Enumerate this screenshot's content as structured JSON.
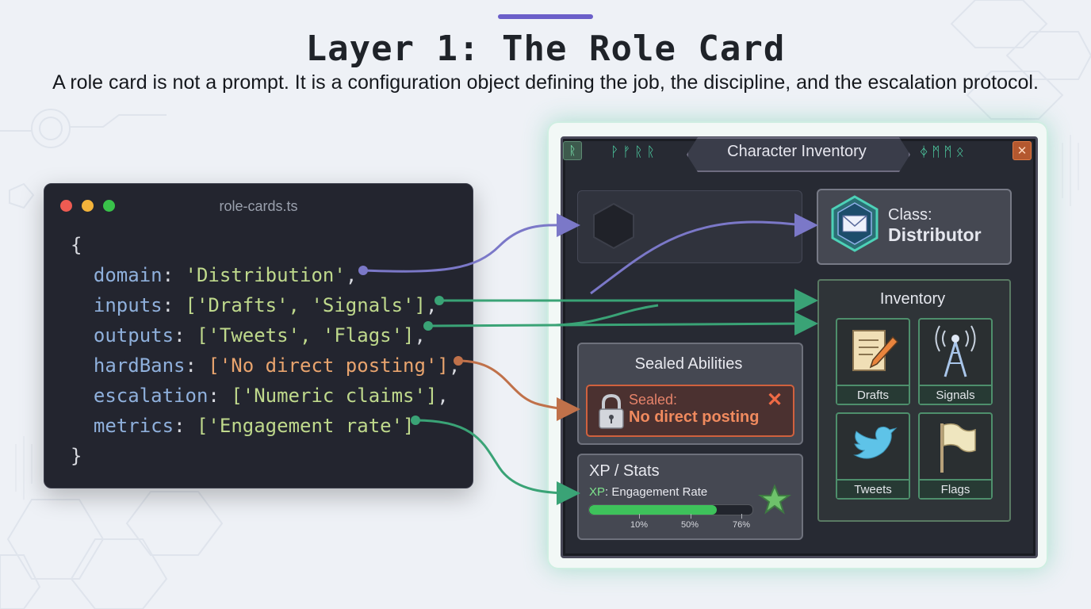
{
  "header": {
    "title": "Layer 1: The Role Card",
    "subtitle": "A role card is not a prompt. It is a configuration object defining the job, the discipline, and the escalation protocol."
  },
  "editor": {
    "filename": "role-cards.ts",
    "open_brace": "{",
    "close_brace": "}",
    "lines": [
      {
        "key": "domain",
        "value": "'Distribution'",
        "suffix": ","
      },
      {
        "key": "inputs",
        "value": "['Drafts', 'Signals']",
        "suffix": ","
      },
      {
        "key": "outputs",
        "value": "['Tweets', 'Flags']",
        "suffix": ","
      },
      {
        "key": "hardBans",
        "value": "['No direct posting']",
        "suffix": ","
      },
      {
        "key": "escalation",
        "value": "['Numeric claims']",
        "suffix": ","
      },
      {
        "key": "metrics",
        "value": "['Engagement rate']",
        "suffix": ""
      }
    ]
  },
  "inventory": {
    "window_title": "Character Inventory",
    "runes_left": "ᚹᚠᚱᚱ",
    "runes_right": "ᛄᛗᛗᛟ",
    "corner_left_glyph": "ᚱ",
    "corner_right_glyph": "✕",
    "class": {
      "label": "Class:",
      "value": "Distributor",
      "icon": "envelope-icon"
    },
    "inventory_title": "Inventory",
    "items": [
      {
        "label": "Drafts",
        "icon": "document-pencil-icon"
      },
      {
        "label": "Signals",
        "icon": "radio-tower-icon"
      },
      {
        "label": "Tweets",
        "icon": "twitter-bird-icon"
      },
      {
        "label": "Flags",
        "icon": "flag-icon"
      }
    ],
    "sealed": {
      "title": "Sealed Abilities",
      "label": "Sealed:",
      "value": "No direct posting",
      "icon": "padlock-icon",
      "close_glyph": "✕"
    },
    "xp": {
      "title": "XP / Stats",
      "prefix": "XP",
      "label": ": Engagement Rate",
      "progress": 0.78,
      "ticks": [
        "10%",
        "50%",
        "76%"
      ],
      "icon": "star-icon"
    }
  },
  "colors": {
    "connector_purple": "#7b78c8",
    "connector_green": "#3aa376",
    "connector_orange": "#c0714a",
    "accent": "#6b5fc9"
  }
}
